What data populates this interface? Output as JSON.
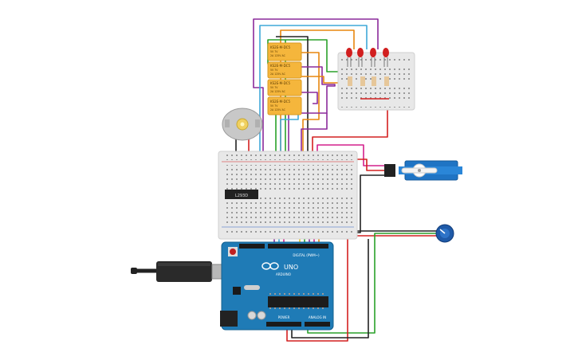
{
  "relays": [
    {
      "line1": "KS2E-M-DC5",
      "line2": "5V 7V",
      "line3": "2A 125V AC"
    },
    {
      "line1": "KS2E-M-DC5",
      "line2": "5V 7V",
      "line3": "2A 125V AC"
    },
    {
      "line1": "KS2E-M-DC5",
      "line2": "5V 7V",
      "line3": "2A 125V AC"
    },
    {
      "line1": "KS2E-M-DC5",
      "line2": "5V 7V",
      "line3": "2A 125V AC"
    }
  ],
  "driver_chip": {
    "label": "L293D"
  },
  "arduino": {
    "brand": "UNO",
    "sub": "ARDUINO",
    "digital_label": "DIGITAL (PWM~)",
    "power_label": "POWER",
    "analog_label": "ANALOG IN"
  },
  "colors": {
    "board": "#1f7bb6",
    "breadboard": "#e8e8e8",
    "relay": "#f5b63c",
    "led": "#d11f1f",
    "wire_red": "#d32020",
    "wire_black": "#222222",
    "wire_green": "#2aa12a",
    "wire_orange": "#e8870f",
    "wire_purple": "#8b2a9b",
    "wire_cyan": "#3fa8d8",
    "wire_yellow": "#e8c81a",
    "wire_magenta": "#d3208c"
  }
}
